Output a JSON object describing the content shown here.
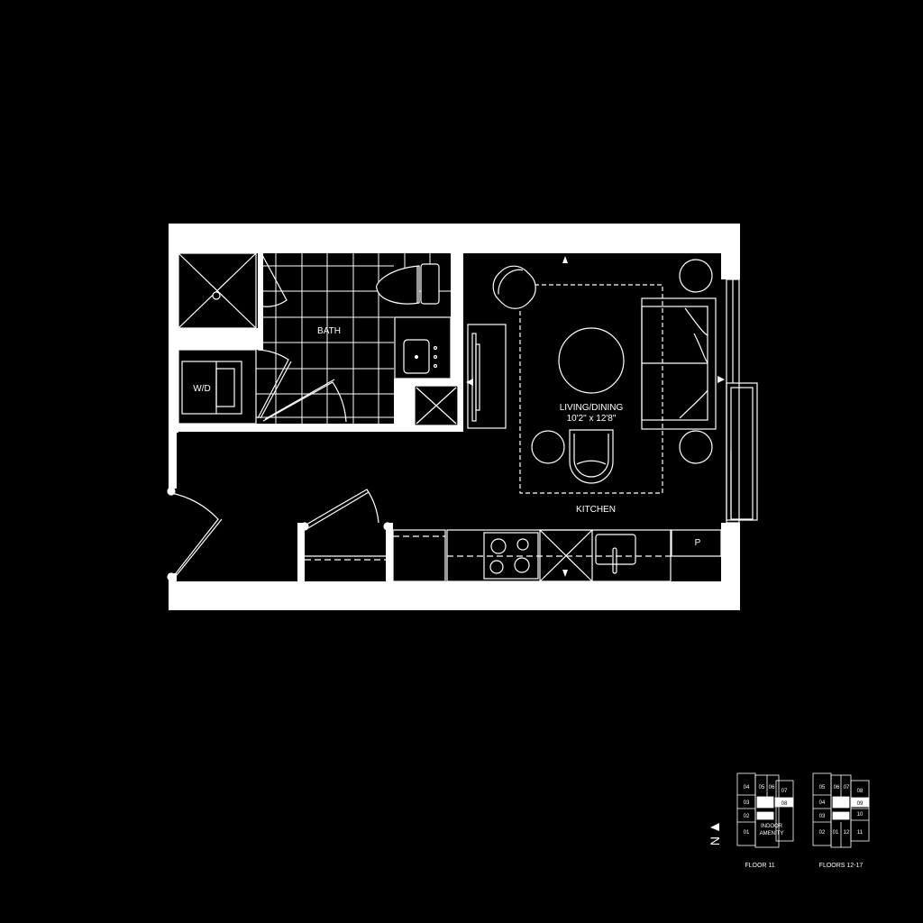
{
  "floorplan": {
    "rooms": {
      "bath": "BATH",
      "wd": "W/D",
      "living_dining": "LIVING/DINING",
      "living_dims": "10'2\" x 12'8\"",
      "kitchen": "KITCHEN",
      "pantry": "P"
    },
    "colors": {
      "background": "#000000",
      "walls": "#ffffff",
      "lines": "#ffffff"
    }
  },
  "keyplan": {
    "north_label": "N",
    "floor11": {
      "caption": "FLOOR 11",
      "units": [
        "04",
        "05",
        "06",
        "07",
        "03",
        "08",
        "02",
        "01"
      ],
      "amenity": [
        "INDOOR",
        "AMENITY"
      ]
    },
    "floors12_17": {
      "caption": "FLOORS 12-17",
      "units": [
        "05",
        "06",
        "07",
        "08",
        "04",
        "09",
        "03",
        "10",
        "02",
        "01",
        "12",
        "11"
      ]
    }
  }
}
